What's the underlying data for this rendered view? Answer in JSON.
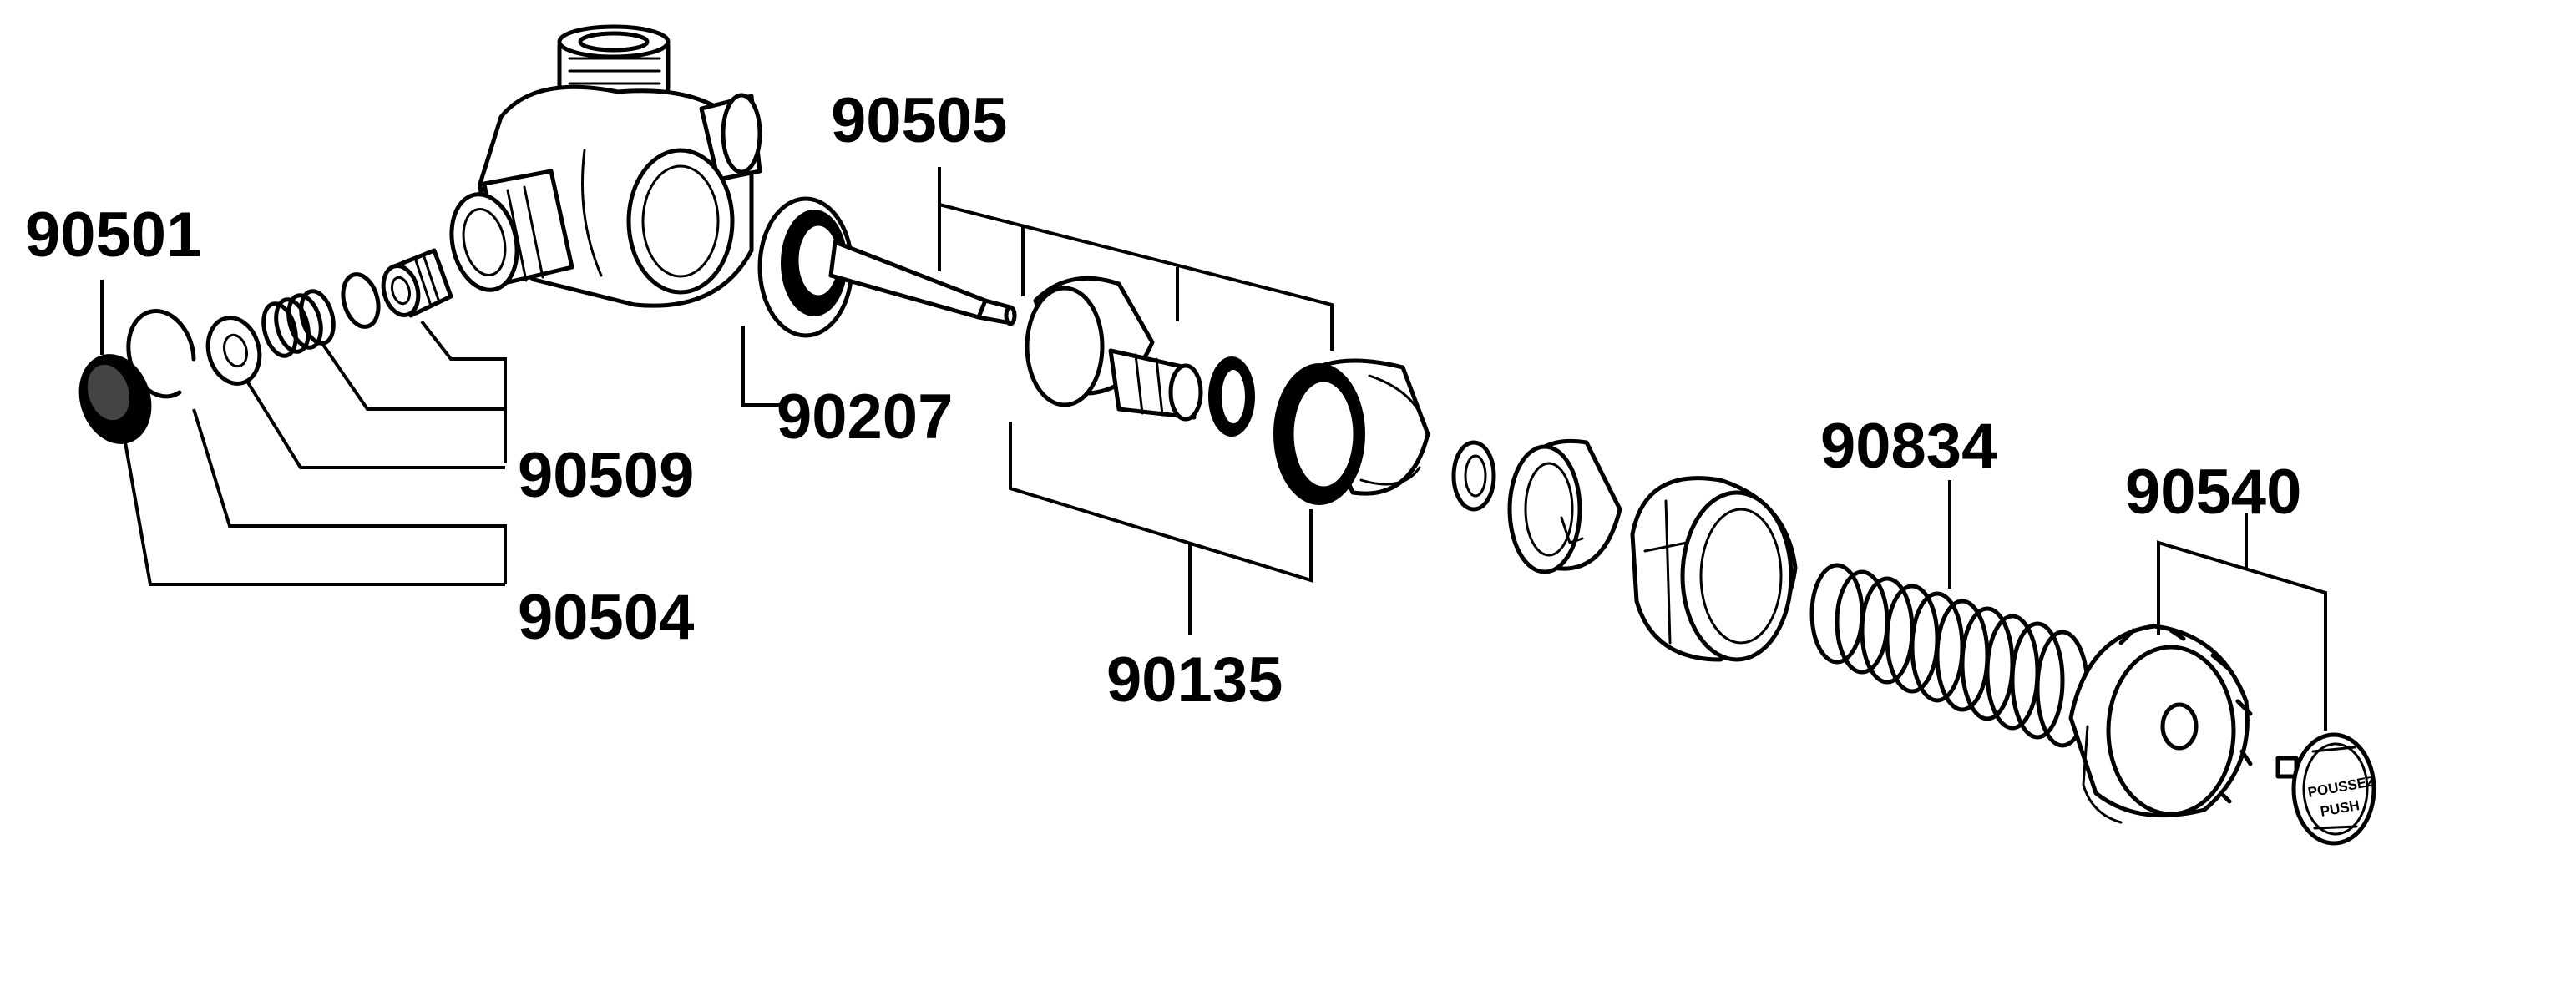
{
  "diagram": {
    "labels": {
      "p90501": "90501",
      "p90509": "90509",
      "p90504": "90504",
      "p90505": "90505",
      "p90207": "90207",
      "p90135": "90135",
      "p90834": "90834",
      "p90540": "90540"
    },
    "button_stamp": {
      "line1": "POUSSEZ",
      "line2": "PUSH"
    }
  }
}
